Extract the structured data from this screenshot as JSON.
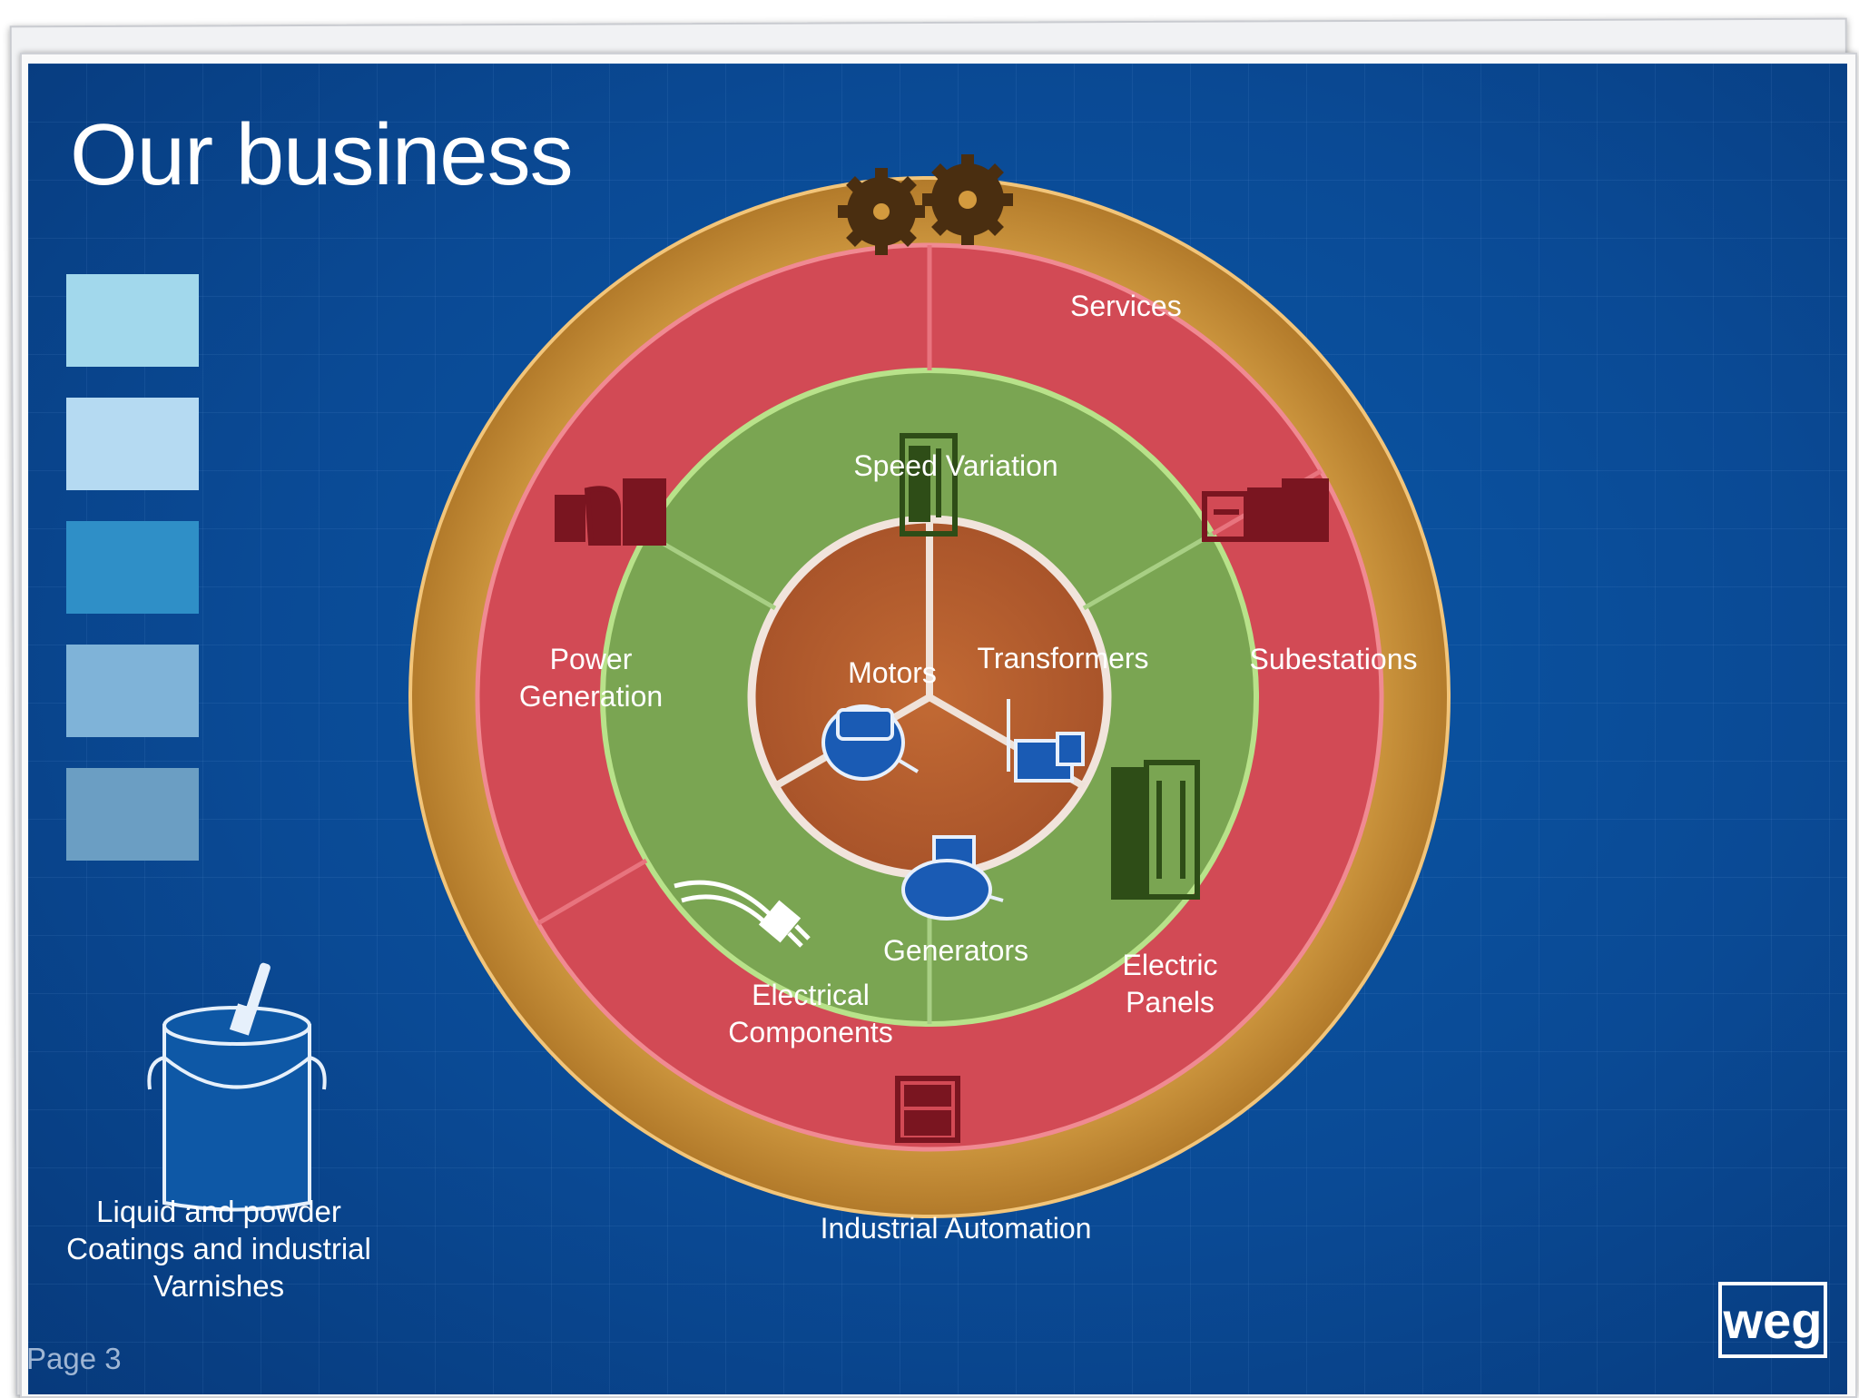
{
  "slide": {
    "title": "Our business",
    "page_label": "Page 3",
    "logo_text": "weg"
  },
  "legend": {
    "swatch_colors": [
      "#a2d8ec",
      "#b5daf2",
      "#2f8fc7",
      "#7fb3d8",
      "#6b9ec3"
    ],
    "paint_caption": [
      "Liquid and powder",
      "Coatings and industrial",
      "Varnishes"
    ]
  },
  "rings": {
    "outer": {
      "color": "#d39a3e",
      "label": "Services",
      "icon": "gears-icon"
    },
    "red": {
      "color": "#d24a55",
      "segments": [
        {
          "label": [
            "Power",
            "Generation"
          ],
          "icon": "power-generation-icon"
        },
        {
          "label": [
            "Subestations"
          ],
          "icon": "substation-icon"
        },
        {
          "label": [
            "Industrial Automation"
          ],
          "icon": "automation-cabinet-icon"
        }
      ]
    },
    "green": {
      "color": "#7aa552",
      "segments": [
        {
          "label": [
            "Speed Variation"
          ],
          "icon": "drive-cabinet-icon"
        },
        {
          "label": [
            "Electric",
            "Panels"
          ],
          "icon": "electric-panel-icon"
        },
        {
          "label": [
            "Electrical",
            "Components"
          ],
          "icon": "plug-icon"
        }
      ]
    },
    "core": {
      "color": "#b8612e",
      "segments": [
        {
          "label": [
            "Motors"
          ],
          "icon": "motor-icon"
        },
        {
          "label": [
            "Transformers"
          ],
          "icon": "transformer-icon"
        },
        {
          "label": [
            "Generators"
          ],
          "icon": "generator-icon"
        }
      ]
    }
  }
}
